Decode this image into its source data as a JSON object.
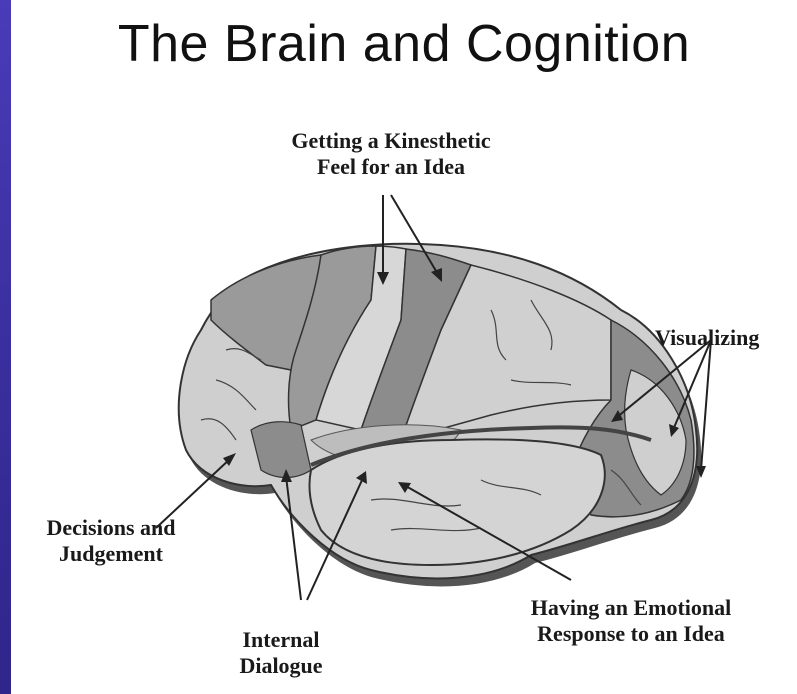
{
  "title": "The Brain and Cognition",
  "labels": {
    "kinesthetic": [
      "Getting a Kinesthetic",
      "Feel for an Idea"
    ],
    "visualizing": "Visualizing",
    "decisions": [
      "Decisions and",
      "Judgement"
    ],
    "internal": [
      "Internal",
      "Dialogue"
    ],
    "emotional": [
      "Having an Emotional",
      "Response to an Idea"
    ]
  },
  "colors": {
    "background": "#3a2f9e",
    "brain_light": "#cfcfcf",
    "brain_dark": "#8e8e8e",
    "outline": "#333333"
  }
}
